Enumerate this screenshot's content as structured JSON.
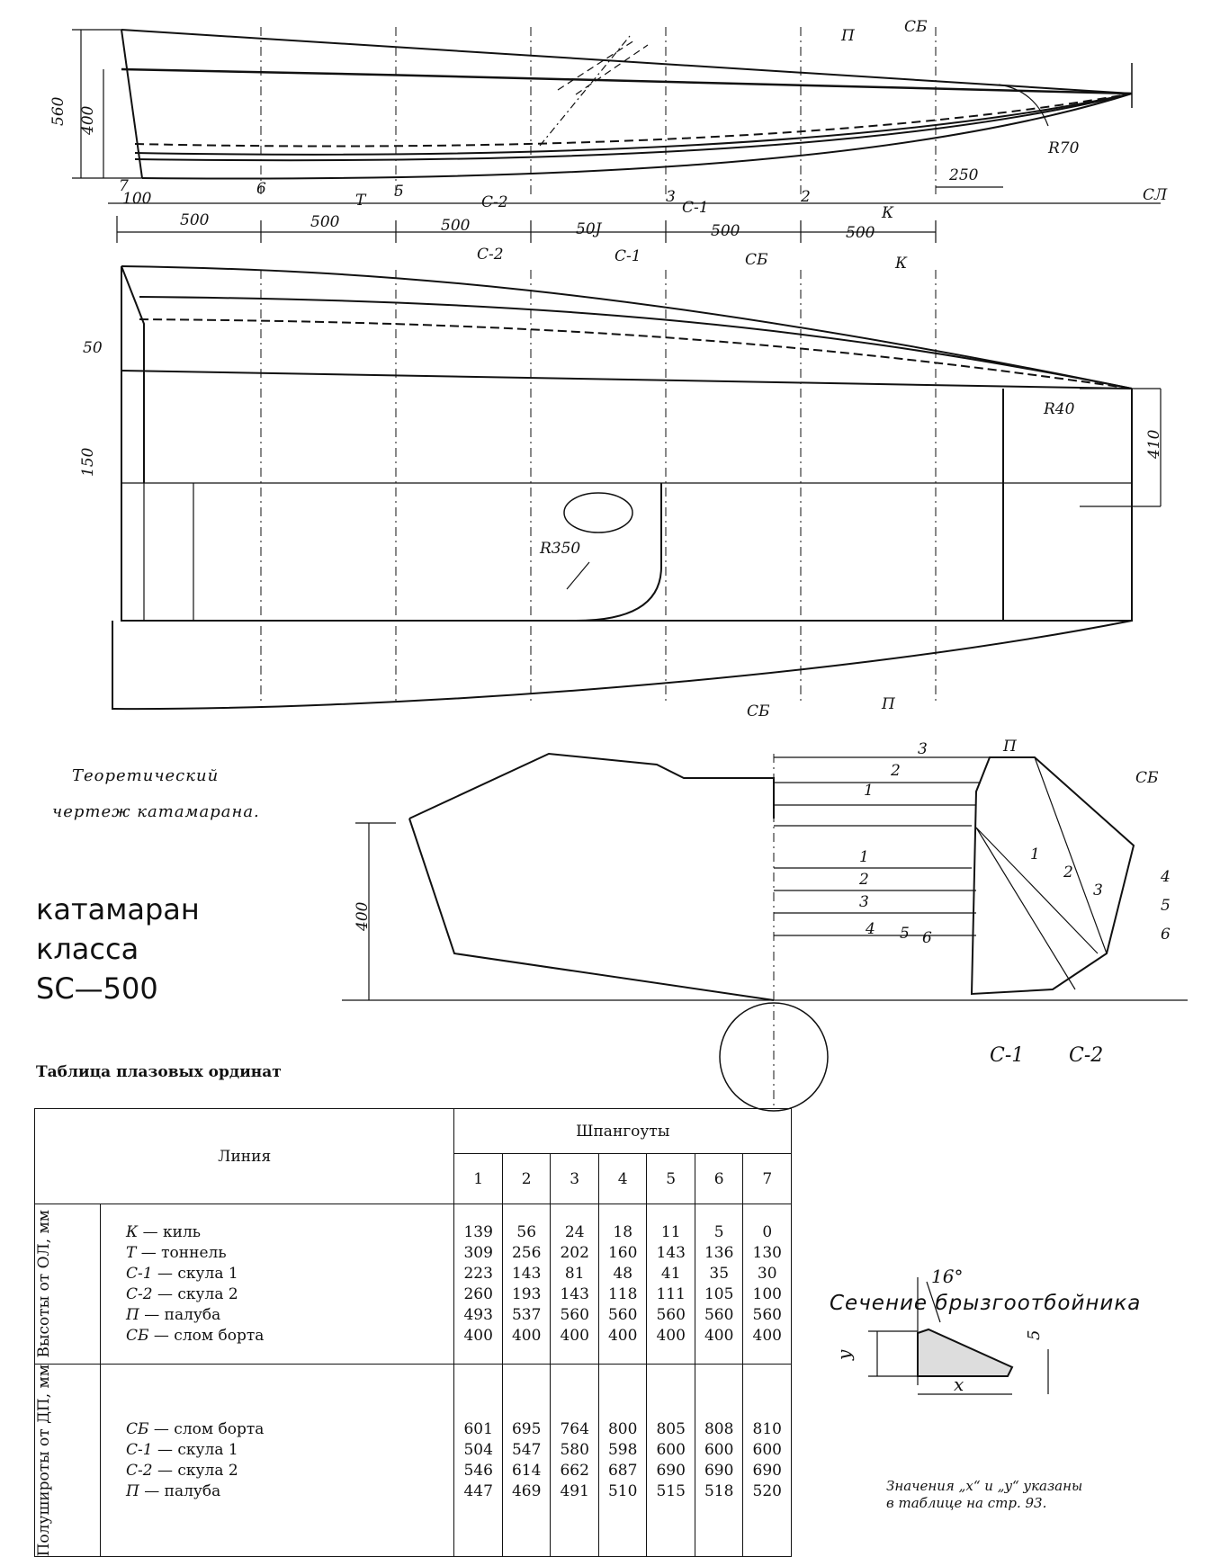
{
  "drawing_labels": {
    "P": "П",
    "SB": "СБ",
    "C1": "С-1",
    "C2": "С-2",
    "K": "К",
    "T": "Т",
    "OL": "СЛ",
    "R70": "R70",
    "R40": "R40",
    "R350": "R350",
    "d560": "560",
    "d400": "400",
    "d100": "100",
    "d250": "250",
    "d500": "500",
    "d500b": "50J",
    "d50": "50",
    "d150": "150",
    "d410": "410",
    "body400": "400",
    "st1": "1",
    "st2": "2",
    "st3": "3",
    "st4": "4",
    "st5": "5",
    "st6": "6",
    "st7": "7"
  },
  "caption": {
    "line1": "Теоретический",
    "line2": "чертеж   катамарана."
  },
  "title": {
    "line1": "катамаран",
    "line2": "класса",
    "line3": "SC—500"
  },
  "table_title": "Таблица плазовых ординат",
  "table": {
    "line_header": "Линия",
    "frames_header": "Шпангоуты",
    "frames": [
      "1",
      "2",
      "3",
      "4",
      "5",
      "6",
      "7"
    ],
    "group1_label": "Высоты от ОЛ, мм",
    "group2_label": "Полушироты от ДП, мм",
    "group1": [
      {
        "code": "К",
        "name": "— киль",
        "values": [
          "139",
          "56",
          "24",
          "18",
          "11",
          "5",
          "0"
        ]
      },
      {
        "code": "Т",
        "name": "— тоннель",
        "values": [
          "309",
          "256",
          "202",
          "160",
          "143",
          "136",
          "130"
        ]
      },
      {
        "code": "С-1",
        "name": "— скула 1",
        "values": [
          "223",
          "143",
          "81",
          "48",
          "41",
          "35",
          "30"
        ]
      },
      {
        "code": "С-2",
        "name": "— скула 2",
        "values": [
          "260",
          "193",
          "143",
          "118",
          "111",
          "105",
          "100"
        ]
      },
      {
        "code": "П",
        "name": "— палуба",
        "values": [
          "493",
          "537",
          "560",
          "560",
          "560",
          "560",
          "560"
        ]
      },
      {
        "code": "СБ",
        "name": "— слом борта",
        "values": [
          "400",
          "400",
          "400",
          "400",
          "400",
          "400",
          "400"
        ]
      }
    ],
    "group2": [
      {
        "code": "СБ",
        "name": "— слом борта",
        "values": [
          "601",
          "695",
          "764",
          "800",
          "805",
          "808",
          "810"
        ]
      },
      {
        "code": "С-1",
        "name": "— скула 1",
        "values": [
          "504",
          "547",
          "580",
          "598",
          "600",
          "600",
          "600"
        ]
      },
      {
        "code": "С-2",
        "name": "— скула 2",
        "values": [
          "546",
          "614",
          "662",
          "687",
          "690",
          "690",
          "690"
        ]
      },
      {
        "code": "П",
        "name": "— палуба",
        "values": [
          "447",
          "469",
          "491",
          "510",
          "515",
          "518",
          "520"
        ]
      }
    ]
  },
  "section": {
    "title": "Сечение  брызгоотбойника",
    "angle": "16°",
    "x": "x",
    "y": "y",
    "five": "5",
    "note_line1": "Значения „x“ и „y“ указаны",
    "note_line2": "в таблице на стр. 93."
  }
}
